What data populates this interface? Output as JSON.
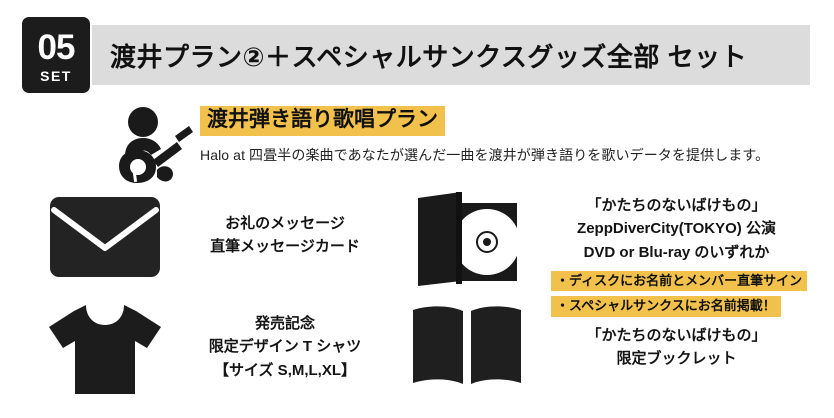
{
  "header": {
    "badge_number": "05",
    "badge_label": "SET",
    "title": "渡井プラン②＋スペシャルサンクスグッズ全部 セット",
    "bar_color": "#dcdcdc",
    "badge_color": "#1c1c1c"
  },
  "plan": {
    "icon": "guitar-player-icon",
    "title": "渡井弾き語り歌唱プラン",
    "highlight_color": "#F2C14B",
    "description": "Halo at 四畳半の楽曲であなたが選んだ一曲を渡井が弾き語りを歌いデータを提供します。"
  },
  "items": [
    {
      "icon": "envelope-icon",
      "lines": [
        "お礼のメッセージ",
        "直筆メッセージカード"
      ],
      "bullets": []
    },
    {
      "icon": "dvd-case-icon",
      "lines": [
        "「かたちのないばけもの」",
        "ZeppDiverCity(TOKYO) 公演",
        "DVD or Blu-ray のいずれか"
      ],
      "bullets": [
        "・ディスクにお名前とメンバー直筆サイン",
        "・スペシャルサンクスにお名前掲載！"
      ]
    },
    {
      "icon": "tshirt-icon",
      "lines": [
        "発売記念",
        "限定デザイン T シャツ",
        "【サイズ S,M,L,XL】"
      ],
      "bullets": []
    },
    {
      "icon": "open-book-icon",
      "lines": [
        "「かたちのないばけもの」",
        "限定ブックレット"
      ],
      "bullets": []
    }
  ]
}
